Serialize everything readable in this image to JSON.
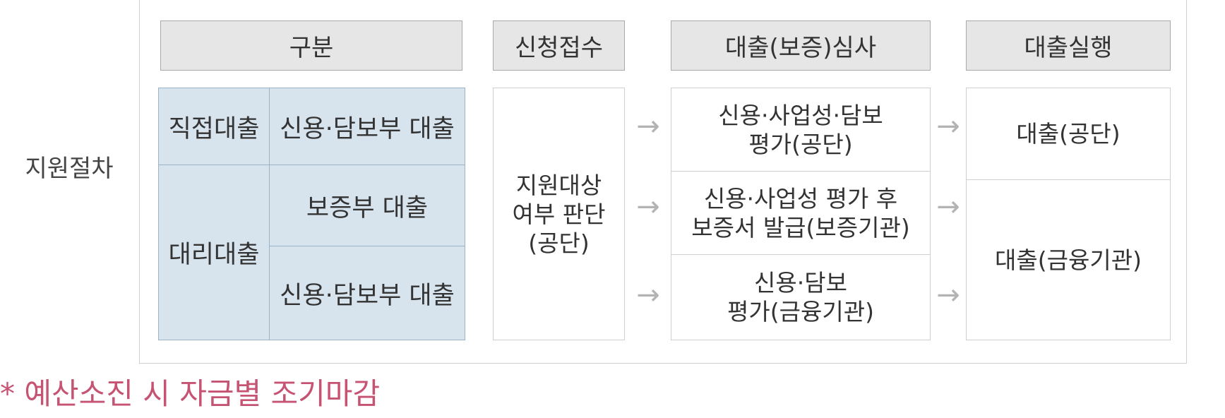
{
  "table": {
    "row_label": "지원절차",
    "headers": {
      "category": "구분",
      "application": "신청접수",
      "review": "대출(보증)심사",
      "execution": "대출실행"
    },
    "categories": {
      "direct": {
        "label": "직접대출",
        "sub": "신용·담보부 대출"
      },
      "agency": {
        "label": "대리대출",
        "sub_guarantee": "보증부 대출",
        "sub_credit": "신용·담보부 대출"
      }
    },
    "application_step": "지원대상\n여부 판단\n(공단)",
    "review_steps": [
      "신용·사업성·담보\n평가(공단)",
      "신용·사업성 평가 후\n보증서 발급(보증기관)",
      "신용·담보\n평가(금융기관)"
    ],
    "execution_steps": [
      "대출(공단)",
      "대출(금융기관)"
    ],
    "arrow_icon": "right-arrow-icon"
  },
  "footnote": "* 예산소진 시 자금별 조기마감",
  "colors": {
    "header_fill": "#e6e6e6",
    "category_fill": "#d7e3ed",
    "footnote_color": "#c75373"
  }
}
